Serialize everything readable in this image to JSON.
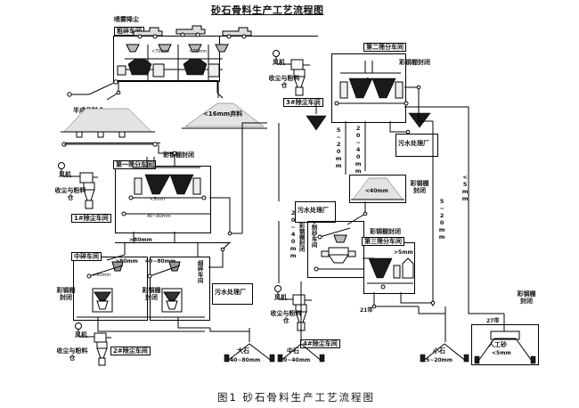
{
  "figure": {
    "title": "砂石骨料生产工艺流程图",
    "caption": "图1    砂石骨料生产工艺流程图"
  },
  "colors": {
    "line": "#000000",
    "fill_dark": "#1a1a1a",
    "fill_pile": "#d8d8d8",
    "background": "#ffffff"
  },
  "sections": {
    "spray_dust": "喷雾降尘",
    "coarse_crush": "粗碎车间",
    "semi_product_silo": "半成品料仓",
    "semi_product_size": "<250",
    "waste_16": "<16mm弃料",
    "screen1": "第一筛分车间",
    "screen2": "第二筛分车间",
    "screen3": "第三筛分车间",
    "medium_crush": "中碎车间",
    "fine_crush": "细碎车间",
    "sand_making": "制砂车间",
    "steel_shed": "彩钢棚封闭",
    "steel_shed_a": "彩钢棚",
    "steel_shed_b": "封闭",
    "waste_water": "污水处理厂"
  },
  "dust_systems": [
    {
      "id": "1",
      "fan": "风机",
      "silo": "收尘与粉料仓",
      "workshop": "1#除尘车间"
    },
    {
      "id": "2",
      "fan": "风机",
      "silo": "收尘与粉料仓",
      "workshop": "2#除尘车间"
    },
    {
      "id": "3",
      "fan": "风机",
      "silo": "收尘与粉料仓",
      "workshop": "3#除尘车间"
    },
    {
      "id": "4",
      "fan": "风机",
      "silo": "收尘与粉料仓",
      "workshop": "4#除尘车间"
    }
  ],
  "products": [
    {
      "name": "大石",
      "size": "40~80mm"
    },
    {
      "name": "中石",
      "size": "20~40mm"
    },
    {
      "name": "小石",
      "size": "5~20mm"
    },
    {
      "name": "人工砂",
      "size": "<5mm"
    }
  ],
  "size_labels": {
    "gt80": ">80mm",
    "r40_80": "40~80mm",
    "r20_40": "20~40mm",
    "r5_20": "5~20mm",
    "lt40": "<40mm",
    "gt5": ">5mm",
    "lt5": "<5mm",
    "lt16": "<16mm",
    "belt21": "21带",
    "belt27": "27带"
  },
  "inline_sizes": {
    "a": "<70mm",
    "b": "<70mm",
    "c": "<5mm",
    "d": "40~80mm",
    "e": ">80mm",
    "f": "<40mm"
  }
}
